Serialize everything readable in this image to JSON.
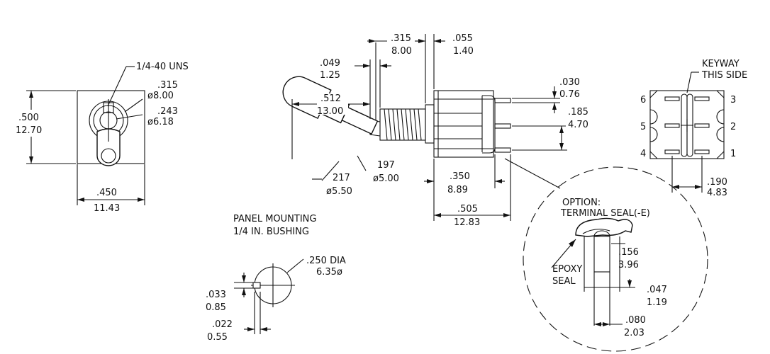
{
  "front_view": {
    "thread_note": "1/4-40 UNS",
    "bush_in": ".315",
    "bush_mm": "ø8.00",
    "nut_in": ".243",
    "nut_mm": "ø6.18",
    "height_in": ".500",
    "height_mm": "12.70",
    "width_in": ".450",
    "width_mm": "11.43"
  },
  "side_view": {
    "bush_len_in": ".315",
    "bush_len_mm": "8.00",
    "gap_in": ".055",
    "gap_mm": "1.40",
    "lever_offset_in": ".049",
    "lever_offset_mm": "1.25",
    "lever_len_in": ".512",
    "lever_len_mm": "13.00",
    "tip_dia_in": "217",
    "tip_dia_mm": "ø5.50",
    "lever_dia_in": "197",
    "lever_dia_mm": "ø5.00",
    "term_w_in": ".030",
    "term_w_mm": "0.76",
    "term_sp_in": ".185",
    "term_sp_mm": "4.70",
    "body_len_in": ".350",
    "body_len_mm": "8.89",
    "total_len_in": ".505",
    "total_len_mm": "12.83"
  },
  "bottom_view": {
    "keyway_line1": "KEYWAY",
    "keyway_line2": "THIS SIDE",
    "pin_labels": [
      "6",
      "3",
      "5",
      "2",
      "4",
      "1"
    ],
    "pin_sp_in": ".190",
    "pin_sp_mm": "4.83"
  },
  "panel": {
    "title_line1": "PANEL MOUNTING",
    "title_line2": "1/4 IN. BUSHING",
    "hole_in": ".250 DIA",
    "hole_mm": "6.35ø",
    "key_h_in": ".033",
    "key_h_mm": "0.85",
    "key_w_in": ".022",
    "key_w_mm": "0.55"
  },
  "option": {
    "title_line1": "OPTION:",
    "title_line2": "TERMINAL SEAL(-E)",
    "epoxy_line1": "EPOXY",
    "epoxy_line2": "SEAL",
    "pin_len_in": ".156",
    "pin_len_mm": "3.96",
    "pin_w_in": ".047",
    "pin_w_mm": "1.19",
    "pin_sp_in": ".080",
    "pin_sp_mm": "2.03"
  }
}
